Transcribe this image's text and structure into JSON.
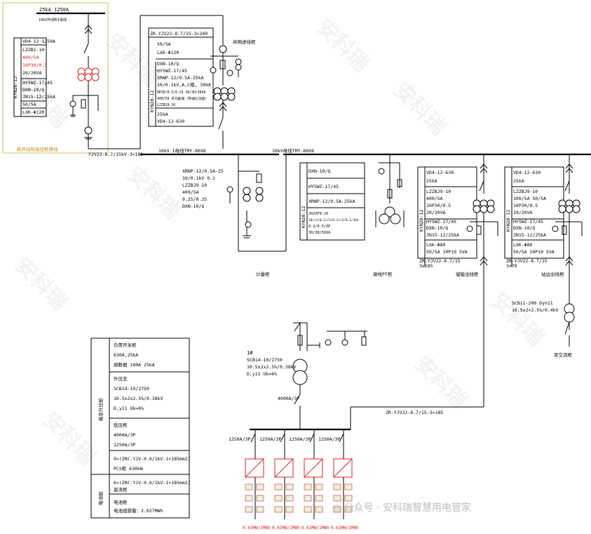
{
  "colors": {
    "line": "#000000",
    "highlight_box": "#d4c25a",
    "red": "#e02020",
    "watermark": "#cccccc"
  },
  "top_left": {
    "incoming_label": "25kA  1250A",
    "bus_note": "10kV开闭所I母线",
    "caption": "新开闭所高压柜馈线",
    "cable": "YJV22-8.7/15kV-3×185",
    "side_label": "KYN28-12",
    "specs": [
      {
        "text": "VD4-12-1250A",
        "red": false
      },
      {
        "text": "LZZB1-10",
        "red": false
      },
      {
        "text": "400/5A",
        "red": true
      },
      {
        "text": "10P30/0.5",
        "red": true
      },
      {
        "text": "20/20VA",
        "red": false
      },
      {
        "text": "HY5WZ-17/45",
        "red": false
      },
      {
        "text": "DXN-10/Q",
        "red": false
      },
      {
        "text": "JN15-12/25kA",
        "red": false
      },
      {
        "text": "50/5A",
        "red": false
      },
      {
        "text": "LXK-Φ120",
        "red": false
      }
    ]
  },
  "incoming_cabinet": {
    "cable_spec": "ZR-YJV22-8.7/15-3×240",
    "name": "并网进线柜",
    "side_label": "KYN28-12",
    "specs": [
      "50/5A",
      "LXK-Φ120",
      "DXN-10/Q",
      "HY5WZ-17/45",
      "XRNP-12/0.5A-25kA",
      "10/0.1kV,A,C相, 30VA",
      "0P30/0.5/0.2S 30/30/30VA",
      "400/5A 多功能表（带通信功能）",
      "LZZBJ9-10",
      "25kA",
      "VD4-12-630"
    ]
  },
  "bus1_label": "10kV I母线TMY-80X8",
  "bus2_label": "10kV母线TMY-80X8",
  "metering_cabinet": {
    "name": "计量柜",
    "specs": [
      "XRNP-12/0.5A-25",
      "10/0.1kV 0.2",
      "LZZBJ9-10",
      "400/5A",
      "0.2S/0.2S",
      "DXN-10/Q"
    ]
  },
  "pt_cabinet": {
    "name": "母线PT柜",
    "side_label": "KYN28-12",
    "specs": [
      "DXN-10/Q",
      "HY5WZ-17/45",
      "XRNP-12/0.5A-25kA",
      "JDZXF9-10",
      "10/√3/0.1/√3/0.1/√3/0.1/3kV",
      "0.2/0.5/3P",
      "30/30/50VA"
    ]
  },
  "storage_out": {
    "name": "储能出线柜",
    "side_label": "KYN28-12",
    "specs": [
      "VD4-12-630",
      "25kA",
      "LZZBJ9-10",
      "400/5A",
      "10P30/0.5",
      "20/20VA",
      "HY5WZ-17/45",
      "DXN-10/Q",
      "JN15-12/25kA",
      "LXK-Φ80",
      "50/5A 10P10 5VA",
      "ZR-YJV22-8.7/15",
      "3x185"
    ]
  },
  "station_out": {
    "name": "站边出线柜",
    "side_label": "KYN28-12",
    "specs": [
      "VD4-12-630",
      "25kA",
      "LZZBJ9-10",
      "100/5A 50/5A",
      "10P30/0.5",
      "20/20VA",
      "HY5WZ-17/45",
      "DXN-10/Q",
      "JN15-12/25kA",
      "LXK-Φ80",
      "50/5A 10P10 5VA",
      "ZR-YJV22-8.7/15",
      "3x70"
    ],
    "xfmr": [
      "SCB11-200 Dyn11",
      "10.5±2×2.5%/0.4kV"
    ],
    "dest": "至交流柜"
  },
  "transformer1": {
    "id": "1#",
    "specs": [
      "SCB14-10/2750",
      "10.5±2x2.5%/0.38kV",
      "D,y11  Uk=6%"
    ],
    "lv_breaker": "4000A/3P",
    "lv_cable": "ZR-YJV22-8.7/15-3×185"
  },
  "feeder_breakers": [
    "1250A/3P",
    "1250A/3P",
    "1250A/3P",
    "1250A/3P"
  ],
  "pcs_units": [
    "0.63MW/2MWh",
    "0.63MW/2MWh",
    "0.63MW/2MWh",
    "0.63MW/2MWh"
  ],
  "legend": {
    "group1_label": "箱变升压舱",
    "group2_label": "电池舱",
    "rows": [
      [
        "负荷开关柜",
        "630A,25kA",
        "熔断器 180A 25kA"
      ],
      [
        "升压变",
        "SCB14-10/2750",
        "10.5±2x2.5%/0.38kV",
        "D,y11  Uk=6%"
      ],
      [
        "低压柜",
        "4000A/3P",
        "1250A/3P"
      ],
      [
        "9×(ZRC-YJV-0.6/1kV-1×185mm2)",
        "PCS柜 630kW"
      ],
      [
        "6×(ZRC-YJV-0.6/1kV-1×185mm2)",
        "直流柜"
      ],
      [
        "电池柜",
        "电池组容量：2.027MWh"
      ]
    ]
  },
  "watermark": {
    "text": "公众号 · 安科瑞智慧用电管家",
    "icon": "wechat-icon",
    "bg_text": "安科瑞"
  }
}
